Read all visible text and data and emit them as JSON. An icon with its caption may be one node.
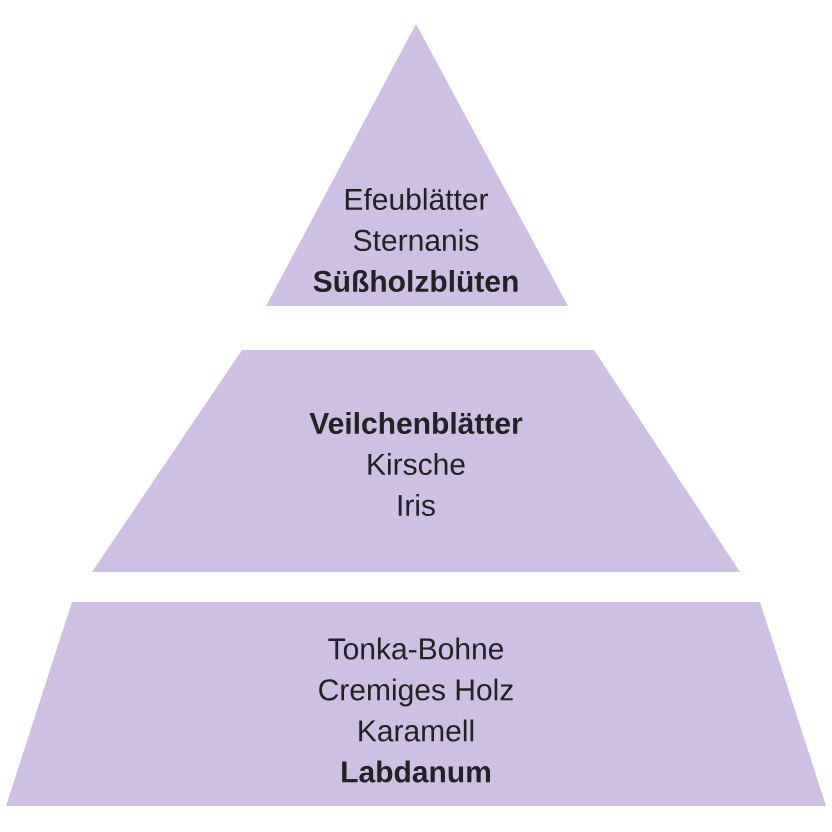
{
  "diagram": {
    "nodes": [
      {
        "text": [
          "Efeublätter",
          "Sternanis",
          "Süßholzblüten"
        ]
      },
      {
        "text": [
          "Veilchenblätter",
          "Kirsche",
          "Iris"
        ]
      },
      {
        "text": [
          "Tonka-Bohne",
          "Cremiges Holz",
          "Karamell",
          "Labdanum"
        ]
      }
    ]
  }
}
